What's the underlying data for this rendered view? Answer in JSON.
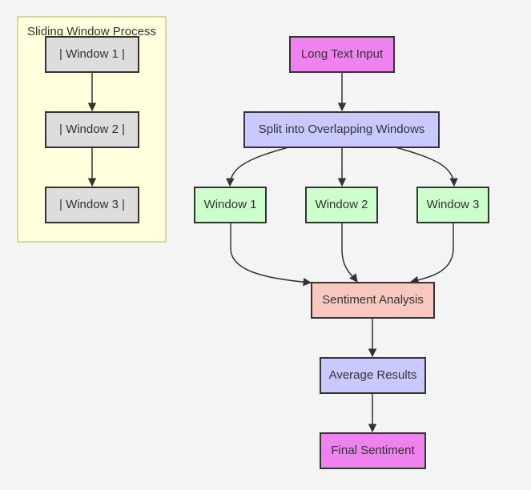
{
  "diagram": {
    "cluster": {
      "title": "Sliding Window Process",
      "fill": "#ffffde",
      "stroke": "#cccc88"
    },
    "nodes": {
      "sw1": {
        "label": "| Window 1 |",
        "fill": "#dddddd"
      },
      "sw2": {
        "label": "| Window 2 |",
        "fill": "#dddddd"
      },
      "sw3": {
        "label": "| Window 3 |",
        "fill": "#dddddd"
      },
      "input": {
        "label": "Long Text Input",
        "fill": "#ee82ee"
      },
      "split": {
        "label": "Split into Overlapping Windows",
        "fill": "#c9c9ff"
      },
      "w1": {
        "label": "Window 1",
        "fill": "#ccffcc"
      },
      "w2": {
        "label": "Window 2",
        "fill": "#ccffcc"
      },
      "w3": {
        "label": "Window 3",
        "fill": "#ccffcc"
      },
      "sentiment": {
        "label": "Sentiment Analysis",
        "fill": "#f8c8c0"
      },
      "average": {
        "label": "Average Results",
        "fill": "#c9c9ff"
      },
      "final": {
        "label": "Final Sentiment",
        "fill": "#ee82ee"
      }
    },
    "edges": [
      [
        "sw1",
        "sw2"
      ],
      [
        "sw2",
        "sw3"
      ],
      [
        "input",
        "split"
      ],
      [
        "split",
        "w1"
      ],
      [
        "split",
        "w2"
      ],
      [
        "split",
        "w3"
      ],
      [
        "w1",
        "sentiment"
      ],
      [
        "w2",
        "sentiment"
      ],
      [
        "w3",
        "sentiment"
      ],
      [
        "sentiment",
        "average"
      ],
      [
        "average",
        "final"
      ]
    ],
    "edge_color": "#333333"
  }
}
